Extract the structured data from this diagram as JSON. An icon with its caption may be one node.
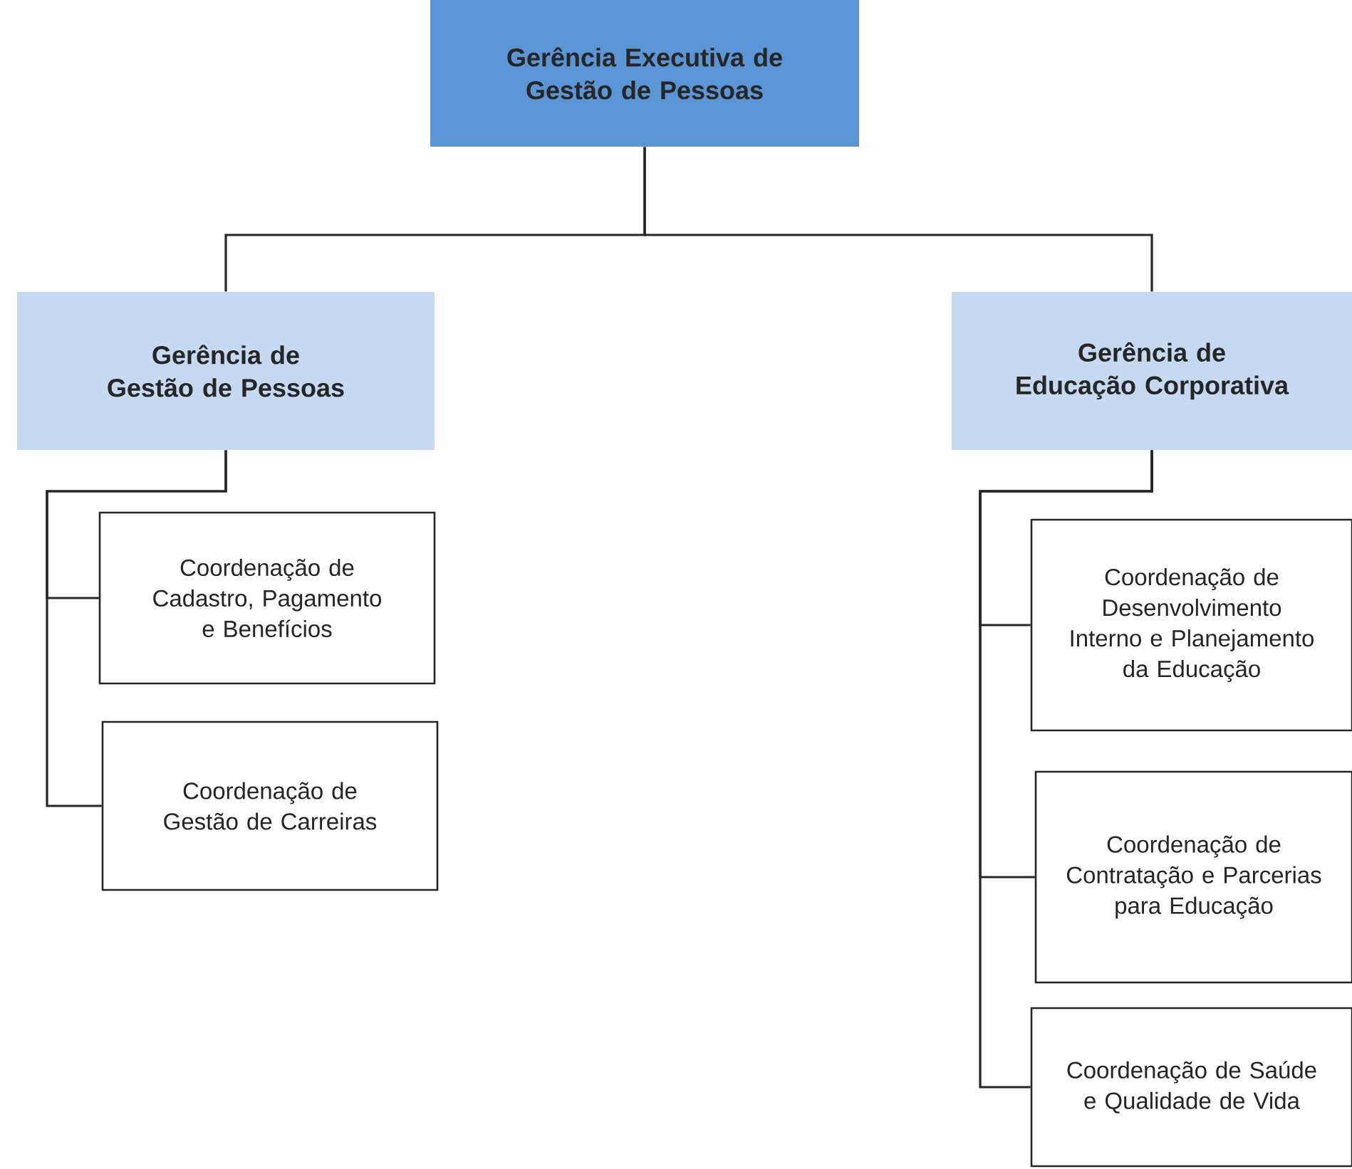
{
  "diagram": {
    "nodes": [
      {
        "text": [
          "Gerência Executiva de Gestão de Pessoas"
        ]
      },
      {
        "text": [
          "Gerência de Gestão de Pessoas"
        ]
      },
      {
        "text": [
          "Gerência de Educação Corporativa"
        ]
      },
      {
        "text": [
          "Coordenação de Cadastro, Pagamento e Benefícios"
        ]
      },
      {
        "text": [
          "Coordenação de Gestão de Carreiras"
        ]
      },
      {
        "text": [
          "Coordenação de Desenvolvimento Interno e Planejamento da Educação"
        ]
      },
      {
        "text": [
          "Coordenação de Contratação e Parcerias para Educação"
        ]
      },
      {
        "text": [
          "Coordenação de Saúde e Qualidade de Vida"
        ]
      }
    ],
    "edges": [
      {
        "from": 0,
        "to": 1,
        "arrow": "none"
      },
      {
        "from": 0,
        "to": 2,
        "arrow": "none"
      },
      {
        "from": 1,
        "to": 3,
        "arrow": "none"
      },
      {
        "from": 1,
        "to": 4,
        "arrow": "none"
      },
      {
        "from": 2,
        "to": 5,
        "arrow": "none"
      },
      {
        "from": 2,
        "to": 6,
        "arrow": "none"
      },
      {
        "from": 2,
        "to": 7,
        "arrow": "none"
      }
    ]
  }
}
